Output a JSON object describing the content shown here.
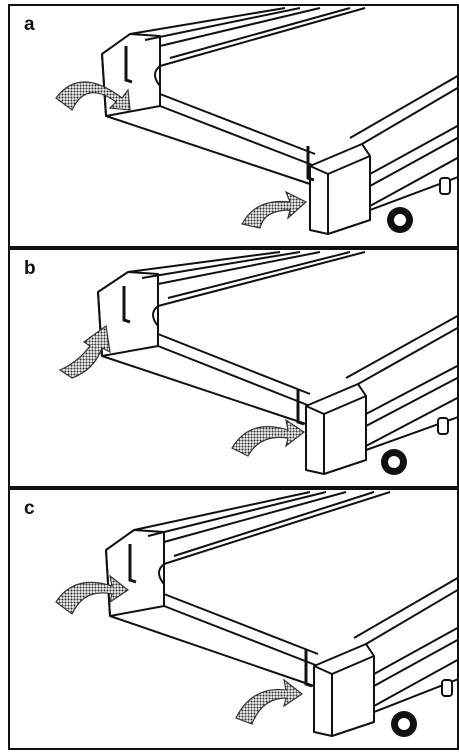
{
  "panels": [
    {
      "label": "a"
    },
    {
      "label": "b"
    },
    {
      "label": "c"
    }
  ],
  "colors": {
    "ink": "#111111",
    "arrow": "#4a4a4a",
    "paper": "#ffffff"
  },
  "icons": [
    "hex-key-icon",
    "rotate-arrow-icon",
    "roller-wheel-icon"
  ]
}
